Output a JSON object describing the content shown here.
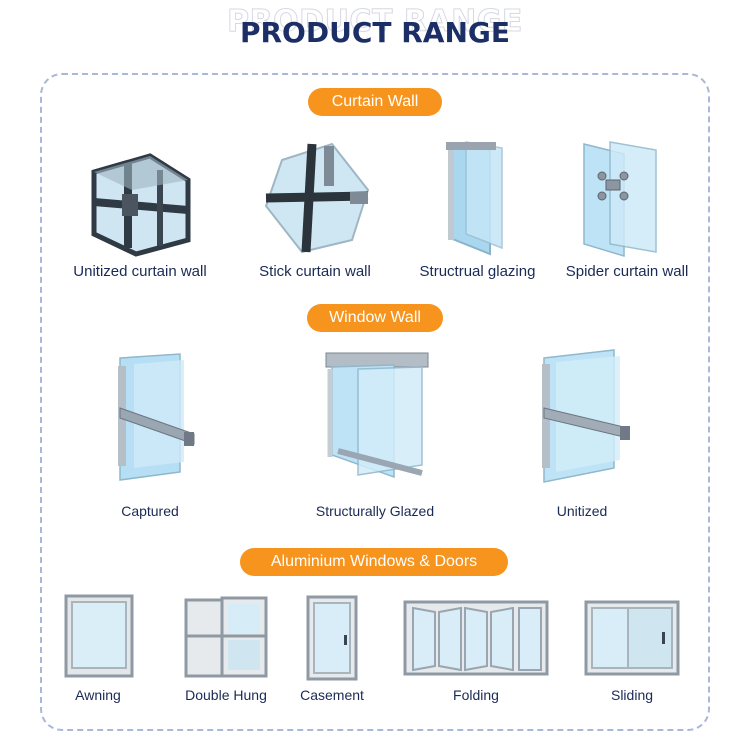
{
  "header": {
    "title": "PRODUCT RANGE"
  },
  "sections": [
    {
      "label": "Curtain Wall",
      "items": [
        "Unitized curtain wall",
        "Stick curtain wall",
        "Structrual glazing",
        "Spider curtain wall"
      ]
    },
    {
      "label": "Window Wall",
      "items": [
        "Captured",
        "Structurally Glazed",
        "Unitized"
      ]
    },
    {
      "label": "Aluminium Windows & Doors",
      "items": [
        "Awning",
        "Double Hung",
        "Casement",
        "Folding",
        "Sliding"
      ]
    }
  ],
  "colors": {
    "accent": "#f7941d",
    "title": "#1c2e66",
    "border": "#a9b8d6",
    "glass": "#bfe3f5",
    "frame": "#7c8796"
  }
}
